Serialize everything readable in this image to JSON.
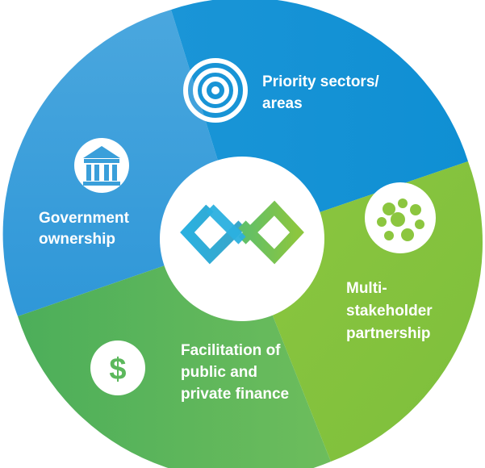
{
  "diagram": {
    "segments": [
      {
        "id": "priority",
        "label_lines": [
          "Priority sectors/",
          "areas"
        ],
        "color": "#1296d6",
        "icon": "target-icon"
      },
      {
        "id": "multi",
        "label_lines": [
          "Multi-",
          "stakeholder",
          "partnership"
        ],
        "color": "#8dc63f",
        "icon": "network-circles-icon"
      },
      {
        "id": "finance",
        "label_lines": [
          "Facilitation of",
          "public and",
          "private finance"
        ],
        "color": "#5cb85c",
        "icon": "dollar-icon"
      },
      {
        "id": "government",
        "label_lines": [
          "Government",
          "ownership"
        ],
        "color": "#3a9fda",
        "icon": "government-building-icon"
      }
    ],
    "center": {
      "icon": "infinity-diamond-icon",
      "colors": [
        "#2aa8d8",
        "#7cc242"
      ]
    }
  }
}
